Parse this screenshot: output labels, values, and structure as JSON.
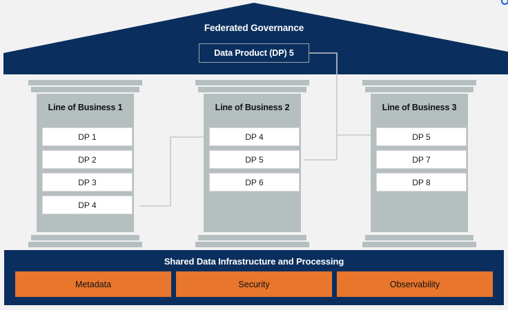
{
  "roof": {
    "title": "Federated Governance",
    "dp_box_label": "Data Product (DP) 5",
    "fill_color": "#0a2f5e",
    "text_color": "#ffffff"
  },
  "columns": [
    {
      "title": "Line of Business 1",
      "products": [
        "DP 1",
        "DP 2",
        "DP 3",
        "DP 4"
      ]
    },
    {
      "title": "Line of Business 2",
      "products": [
        "DP 4",
        "DP 5",
        "DP 6"
      ]
    },
    {
      "title": "Line of Business 3",
      "products": [
        "DP 5",
        "DP 7",
        "DP 8"
      ]
    }
  ],
  "infrastructure": {
    "title": "Shared Data Infrastructure and Processing",
    "boxes": [
      "Metadata",
      "Security",
      "Observability"
    ],
    "band_color": "#0a2f5e",
    "box_color": "#e8762c"
  },
  "palette": {
    "background": "#f2f2f2",
    "navy": "#0a2f5e",
    "column_gray": "#b6bfc0",
    "connector_gray": "#c3cacb",
    "orange": "#e8762c",
    "badge_blue": "#1a57d6"
  },
  "corner_badge": {
    "icon": "circle-outline-icon"
  }
}
